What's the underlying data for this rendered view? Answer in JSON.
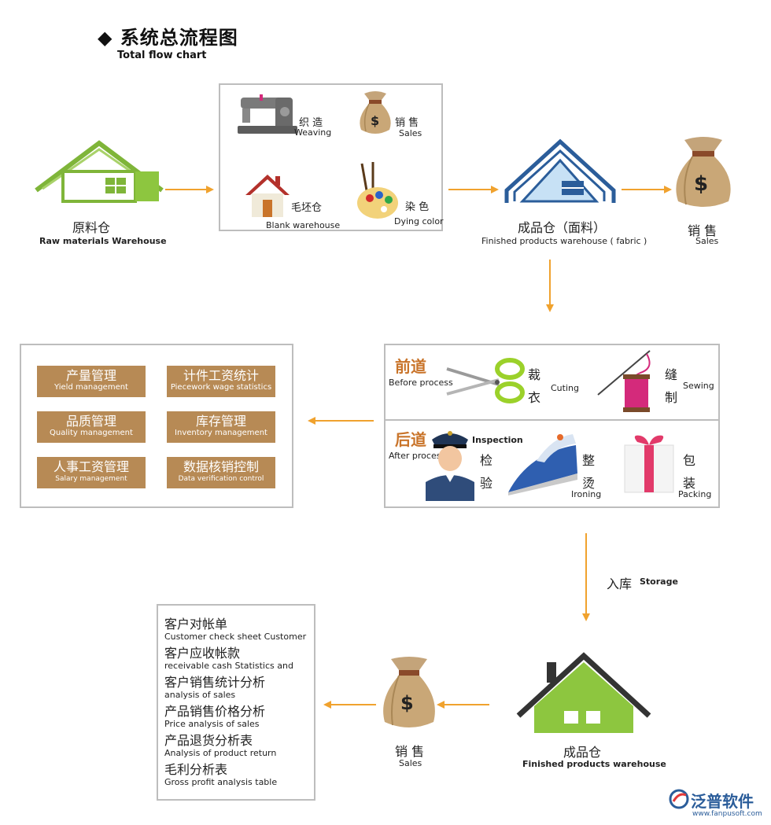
{
  "title": {
    "cn": "系统总流程图",
    "en": "Total  flow chart"
  },
  "raw_warehouse": {
    "cn": "原料仓",
    "en": "Raw materials Warehouse"
  },
  "weaving": {
    "cn": "织 造",
    "en": "Weaving"
  },
  "sales_small": {
    "cn": "销 售",
    "en": "Sales"
  },
  "blank": {
    "cn": "毛坯仓",
    "en": "Blank warehouse"
  },
  "dying": {
    "cn": "染 色",
    "en": "Dying color"
  },
  "finished_fabric": {
    "cn": "成品仓（面料）",
    "en": "Finished products warehouse ( fabric )"
  },
  "sales_top": {
    "cn": "销 售",
    "en": "Sales"
  },
  "before": {
    "cn": "前道",
    "en": "Before process",
    "cutting": {
      "c1": "裁",
      "c2": "衣",
      "en": "Cuting"
    },
    "sewing": {
      "c1": "缝",
      "c2": "制",
      "en": "Sewing"
    }
  },
  "after": {
    "cn": "后道",
    "en": "After process",
    "inspection": {
      "en": "Inspection",
      "c1": "检",
      "c2": "验"
    },
    "ironing": {
      "c1": "整",
      "c2": "烫",
      "en": "Ironing"
    },
    "packing": {
      "c1": "包",
      "c2": "装",
      "en": "Packing"
    }
  },
  "management": [
    {
      "cn": "产量管理",
      "en": "Yield management"
    },
    {
      "cn": "计件工资统计",
      "en": "Piecework wage statistics"
    },
    {
      "cn": "品质管理",
      "en": "Quality management"
    },
    {
      "cn": "库存管理",
      "en": "Inventory management"
    },
    {
      "cn": "人事工资管理",
      "en": "Salary management"
    },
    {
      "cn": "数据核销控制",
      "en": "Data verification control"
    }
  ],
  "storage": {
    "cn": "入库",
    "en": "Storage"
  },
  "finished_wh": {
    "cn": "成品仓",
    "en": "Finished products warehouse"
  },
  "sales_bottom": {
    "cn": "销 售",
    "en": "Sales"
  },
  "report": [
    {
      "cn": "客户对帐单",
      "en": "Customer check sheet Customer"
    },
    {
      "cn": "客户应收帐款",
      "en": "receivable cash Statistics and"
    },
    {
      "cn": "客户销售统计分析",
      "en": "analysis of sales"
    },
    {
      "cn": "产品销售价格分析",
      "en": "Price analysis of sales"
    },
    {
      "cn": "产品退货分析表",
      "en": "Analysis of product return"
    },
    {
      "cn": "毛利分析表",
      "en": "Gross profit analysis table"
    }
  ],
  "logo": {
    "name": "泛普软件",
    "url": "www.fanpusoft.com"
  },
  "colors": {
    "arrow": "#f0a22e",
    "green": "#8dc63f",
    "blue": "#2b5d9a",
    "tan": "#b78a55",
    "section": "#c9742a"
  }
}
